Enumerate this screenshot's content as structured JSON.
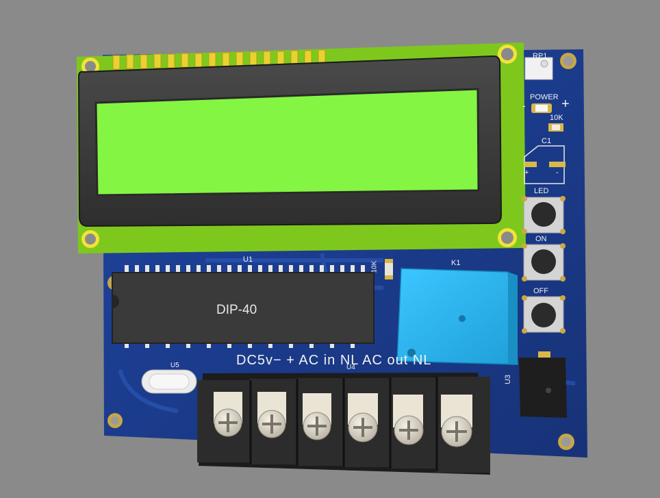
{
  "board": {
    "labels": {
      "rp1": "RP1",
      "power": "POWER",
      "minus": "-",
      "plus": "+",
      "res_top": "10K",
      "c1": "C1",
      "cap_plus": "+",
      "cap_minus": "-",
      "btn_led": "LED",
      "btn_on": "ON",
      "btn_off": "OFF",
      "u1": "U1",
      "ic": "DIP-40",
      "res_mid": "10K",
      "k1": "K1",
      "u3": "U3",
      "u4": "U4",
      "u5": "U5",
      "terminal_text": "DC5v− + AC in NL  AC out NL"
    },
    "colors": {
      "background": "#8a8a8a",
      "pcb": "#1b3a8c",
      "lcd_pcb": "#7ec81e",
      "lcd_screen": "#84f542",
      "lcd_bezel": "#3b3b3b",
      "relay": "#2fbaf5",
      "terminal": "#1c1c1c",
      "pad_gold": "#d9b84a"
    }
  }
}
